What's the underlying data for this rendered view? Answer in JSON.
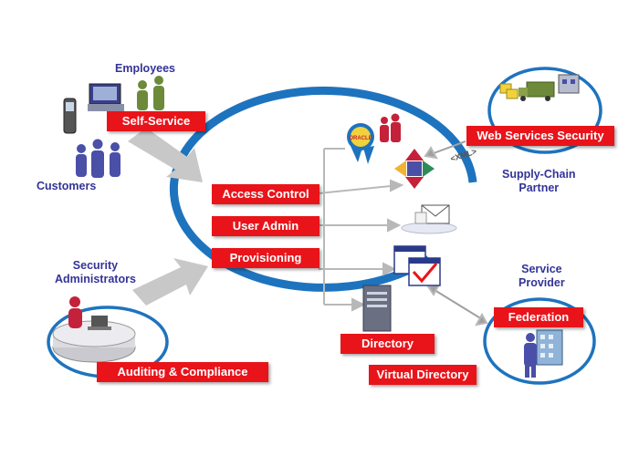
{
  "diagram": {
    "center_functions": [
      "Access Control",
      "User Admin",
      "Provisioning"
    ],
    "store_labels": [
      "Directory",
      "Virtual Directory"
    ],
    "nodes": {
      "self_service": "Self-Service",
      "auditing": "Auditing & Compliance",
      "web_services": "Web Services Security",
      "federation": "Federation"
    },
    "captions": {
      "employees": "Employees",
      "customers": "Customers",
      "security_admins": "Security\nAdministrators",
      "supply_chain": "Supply-Chain\nPartner",
      "service_provider": "Service\nProvider"
    },
    "xml_tag": "<XML>",
    "badge_text": "ORACLE"
  },
  "colors": {
    "accent_red": "#e8141a",
    "ring_blue": "#1e73be",
    "caption_navy": "#333399",
    "arrow_gray": "#b8b8b8",
    "people_navy": "#4a4fa8",
    "people_green": "#6d8a3a",
    "people_red": "#c4223a"
  }
}
